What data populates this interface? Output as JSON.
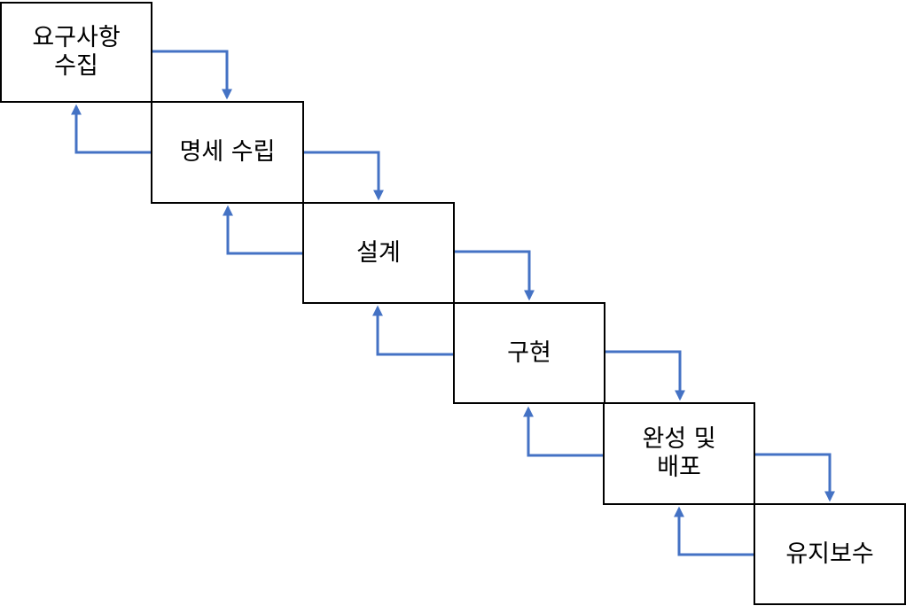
{
  "diagram": {
    "stages": [
      {
        "label": "요구사항\n수집"
      },
      {
        "label": "명세 수립"
      },
      {
        "label": "설계"
      },
      {
        "label": "구현"
      },
      {
        "label": "완성 및\n배포"
      },
      {
        "label": "유지보수"
      }
    ],
    "colors": {
      "box_border": "#000000",
      "arrow": "#4472C4",
      "text": "#000000"
    }
  }
}
